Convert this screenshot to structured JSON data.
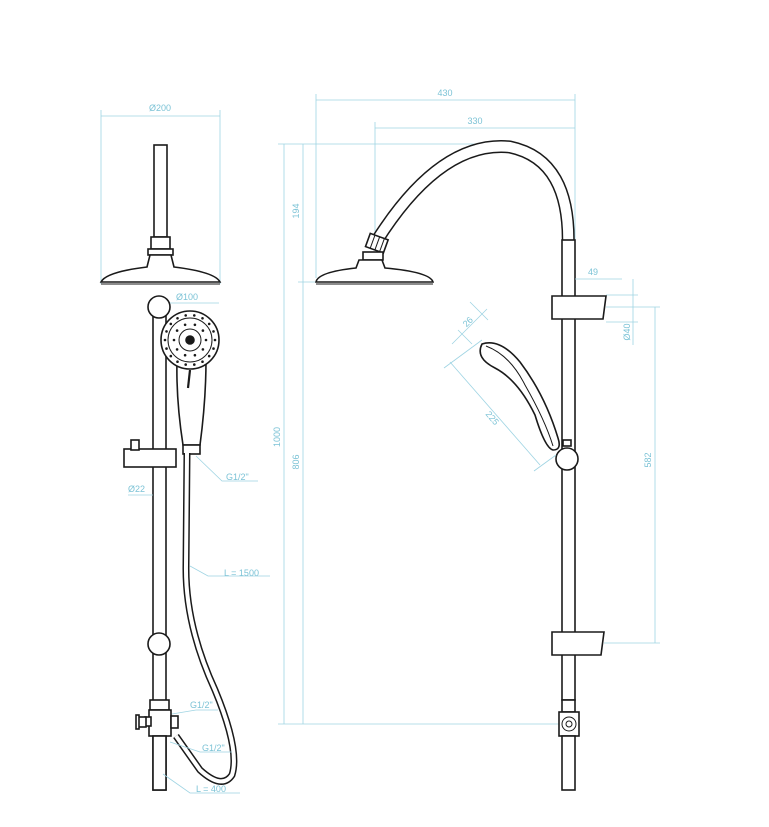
{
  "colors": {
    "dimension": "#9fd4e3",
    "dimension_text": "#7cc3d6",
    "outline": "#1a1a1a",
    "background": "#ffffff"
  },
  "front_view": {
    "head_diameter": "Ø200",
    "hand_shower_diameter": "Ø100",
    "rail_diameter": "Ø22",
    "hand_connection": "G1/2\"",
    "hose_length": "L = 1500",
    "valve_top_connection": "G1/2\"",
    "valve_bottom_connection": "G1/2\"",
    "bottom_pipe_length": "L = 400"
  },
  "side_view": {
    "overall_width": "430",
    "arm_reach": "330",
    "arm_height": "194",
    "total_height": "1000",
    "column_height": "806",
    "bracket_offset": "49",
    "bracket_diameter": "Ø40",
    "bracket_spacing": "582",
    "hand_shower_length": "225",
    "hand_shower_width": "26"
  }
}
